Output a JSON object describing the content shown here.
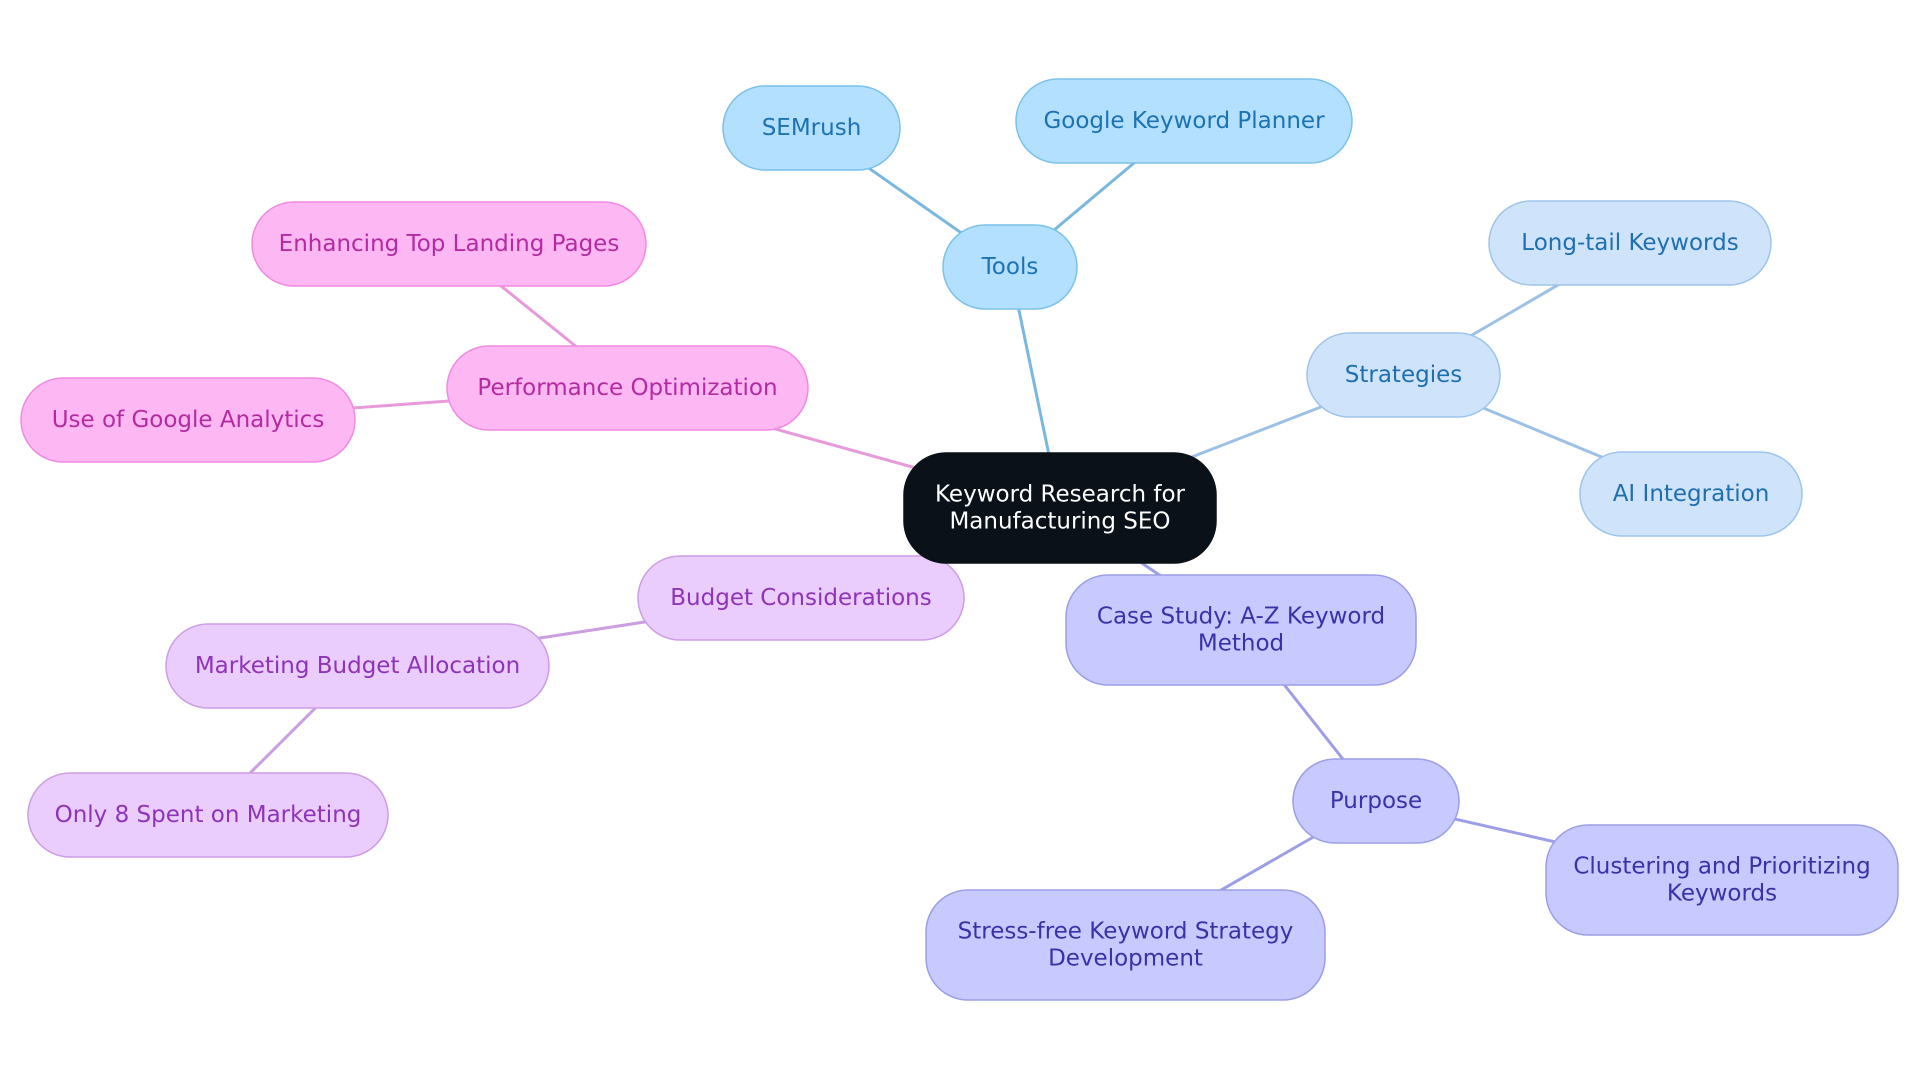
{
  "root": {
    "id": "root",
    "lines": [
      "Keyword Research for",
      "Manufacturing SEO"
    ],
    "fill": "#0b1118",
    "stroke": "#0b1118",
    "text_color": "#ffffff"
  },
  "branches": [
    {
      "id": "tools",
      "lines": [
        "Tools"
      ],
      "fill": "#b3e0ff",
      "stroke": "#7cc1ea",
      "text_color": "#1d72b3",
      "edge_color": "#7ab8e0",
      "children": [
        {
          "id": "semrush",
          "lines": [
            "SEMrush"
          ]
        },
        {
          "id": "google-keyword-planner",
          "lines": [
            "Google Keyword Planner"
          ]
        }
      ]
    },
    {
      "id": "strategies",
      "lines": [
        "Strategies"
      ],
      "fill": "#cfe4fb",
      "stroke": "#9fc4ec",
      "text_color": "#1f6fb0",
      "edge_color": "#9cc0e6",
      "children": [
        {
          "id": "long-tail-keywords",
          "lines": [
            "Long-tail Keywords"
          ]
        },
        {
          "id": "ai-integration",
          "lines": [
            "AI Integration"
          ]
        }
      ]
    },
    {
      "id": "case-study",
      "lines": [
        "Case Study: A-Z Keyword",
        "Method"
      ],
      "fill": "#c8c9ff",
      "stroke": "#9c9ee6",
      "text_color": "#3a32a8",
      "edge_color": "#9d9ee6",
      "children": [
        {
          "id": "purpose",
          "lines": [
            "Purpose"
          ],
          "children": [
            {
              "id": "stress-free",
              "lines": [
                "Stress-free Keyword Strategy",
                "Development"
              ]
            },
            {
              "id": "clustering",
              "lines": [
                "Clustering and Prioritizing",
                "Keywords"
              ]
            }
          ]
        }
      ]
    },
    {
      "id": "budget",
      "lines": [
        "Budget Considerations"
      ],
      "fill": "#eaccfd",
      "stroke": "#cc9ee6",
      "text_color": "#8d34b8",
      "edge_color": "#cb9ee0",
      "children": [
        {
          "id": "marketing-budget",
          "lines": [
            "Marketing Budget Allocation"
          ],
          "children": [
            {
              "id": "only-8-spent",
              "lines": [
                "Only 8 Spent on Marketing"
              ]
            }
          ]
        }
      ]
    },
    {
      "id": "performance",
      "lines": [
        "Performance Optimization"
      ],
      "fill": "#fdb8f4",
      "stroke": "#f08ae0",
      "text_color": "#b42aa0",
      "edge_color": "#e79ad9",
      "children": [
        {
          "id": "enhancing-landing",
          "lines": [
            "Enhancing Top Landing Pages"
          ]
        },
        {
          "id": "google-analytics",
          "lines": [
            "Use of Google Analytics"
          ]
        }
      ]
    }
  ]
}
